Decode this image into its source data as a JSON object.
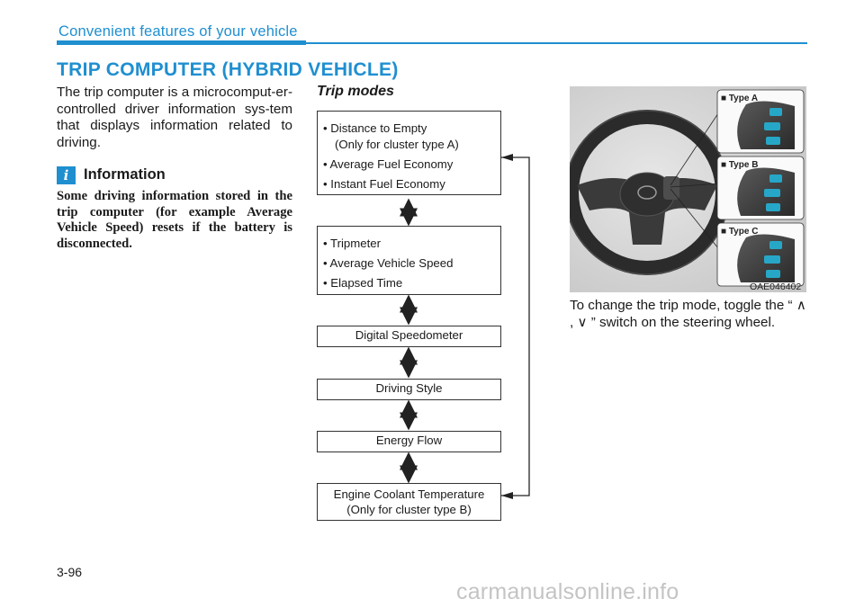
{
  "header": {
    "section": "Convenient features of your vehicle",
    "title": "TRIP COMPUTER (HYBRID VEHICLE)"
  },
  "intro": "The trip computer is a microcomput-er-controlled driver information sys-tem that displays information related to driving.",
  "information": {
    "icon": "i",
    "title": "Information",
    "body": "Some driving information stored in the trip computer (for example Average Vehicle Speed) resets if the battery is disconnected."
  },
  "trip_modes": {
    "title": "Trip modes",
    "box1": {
      "item1": "• Distance to Empty",
      "item1_sub": "(Only for cluster type A)",
      "item2": "• Average Fuel Economy",
      "item3": "• Instant Fuel Economy"
    },
    "box2": {
      "item1": "• Tripmeter",
      "item2": "• Average Vehicle Speed",
      "item3": "• Elapsed Time"
    },
    "box3": "Digital Speedometer",
    "box4": "Driving Style",
    "box5": "Energy Flow",
    "box6": {
      "line1": "Engine Coolant Temperature",
      "line2": "(Only for cluster type B)"
    }
  },
  "figure": {
    "type_a": "■ Type A",
    "type_b": "■ Type B",
    "type_c": "■ Type C",
    "code": "OAE046402"
  },
  "description": "To change the trip mode, toggle the “ ∧ , ∨ ” switch on the steering wheel.",
  "page_number": "3-96",
  "watermark": "carmanualsonline.info",
  "colors": {
    "accent": "#1f8fd0",
    "text": "#1a1a1a"
  }
}
